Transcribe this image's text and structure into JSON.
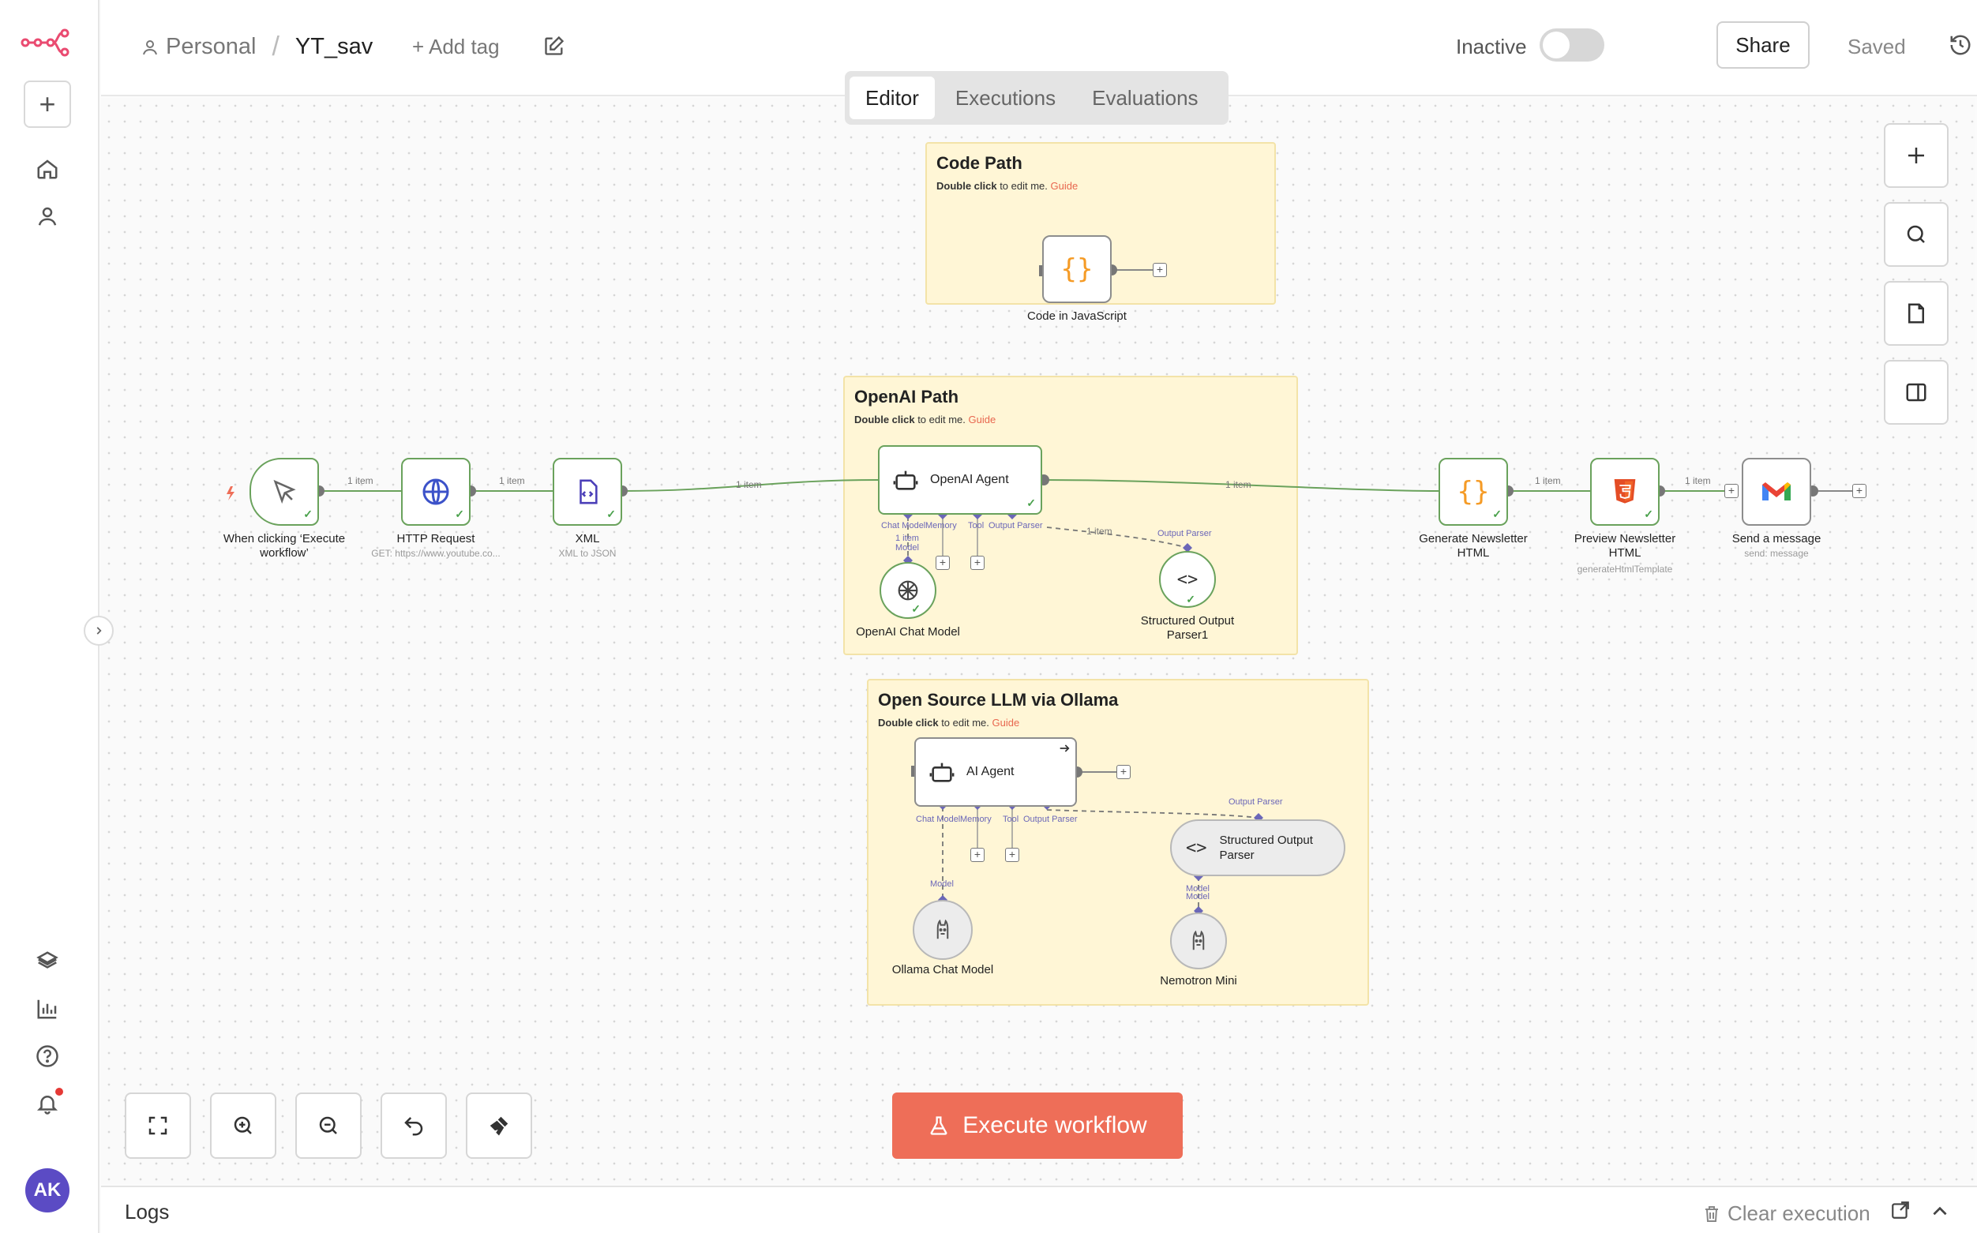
{
  "sidebar": {
    "logo_icon": "n8n-logo-icon",
    "add_icon": "plus-icon",
    "nav_icons": [
      "home-icon",
      "user-icon"
    ],
    "bottom_icons": [
      "templates-icon",
      "insights-icon",
      "help-icon",
      "bell-icon"
    ],
    "avatar_initials": "AK",
    "collapse_icon": "chevron-right-icon"
  },
  "header": {
    "project": "Personal",
    "workflow_name": "YT_sav",
    "add_tag": "+ Add tag",
    "status_label": "Inactive",
    "active": false,
    "share": "Share",
    "saved": "Saved"
  },
  "tabs": [
    {
      "label": "Editor",
      "active": true
    },
    {
      "label": "Executions",
      "active": false
    },
    {
      "label": "Evaluations",
      "active": false
    }
  ],
  "stickies": {
    "code_path": {
      "title": "Code Path",
      "hint_bold": "Double click",
      "hint_rest": " to edit me. ",
      "guide": "Guide"
    },
    "openai_path": {
      "title": "OpenAI Path",
      "hint_bold": "Double click",
      "hint_rest": " to edit me. ",
      "guide": "Guide"
    },
    "ollama_path": {
      "title": "Open Source LLM via Ollama",
      "hint_bold": "Double click",
      "hint_rest": " to edit me. ",
      "guide": "Guide"
    }
  },
  "nodes": {
    "trigger": {
      "label_line1": "When clicking ‘Execute",
      "label_line2": "workflow’"
    },
    "http": {
      "label": "HTTP Request",
      "sub": "GET: https://www.youtube.co..."
    },
    "xml": {
      "label": "XML",
      "sub": "XML to JSON"
    },
    "code_js": {
      "label": "Code in JavaScript"
    },
    "openai_agent": {
      "label": "OpenAI Agent"
    },
    "openai_chat_model": {
      "label": "OpenAI Chat Model"
    },
    "structured_parser1": {
      "label_line1": "Structured Output",
      "label_line2": "Parser1"
    },
    "generate_html": {
      "label_line1": "Generate Newsletter",
      "label_line2": "HTML"
    },
    "preview_html": {
      "label_line1": "Preview Newsletter",
      "label_line2": "HTML",
      "sub": "generateHtmlTemplate"
    },
    "send_message": {
      "label": "Send a message",
      "sub": "send: message"
    },
    "ai_agent": {
      "label": "AI Agent"
    },
    "structured_parser": {
      "label_line1": "Structured Output",
      "label_line2": "Parser"
    },
    "ollama_chat_model": {
      "label": "Ollama Chat Model"
    },
    "nemotron": {
      "label": "Nemotron Mini"
    }
  },
  "connections": {
    "item_label": "1 item",
    "ports": {
      "chat_model": "Chat Model",
      "memory": "Memory",
      "tool": "Tool",
      "output_parser": "Output Parser",
      "model": "Model"
    },
    "openai_model_count": "1 item"
  },
  "right_toolbar": [
    "plus-icon",
    "search-icon",
    "sticky-note-icon",
    "panel-icon"
  ],
  "bottom_controls": [
    "fit-view-icon",
    "zoom-in-icon",
    "zoom-out-icon",
    "undo-icon",
    "clean-up-icon"
  ],
  "execute_button": "Execute workflow",
  "logs": {
    "title": "Logs",
    "clear": "Clear execution"
  },
  "colors": {
    "accent": "#ee6e58",
    "success": "#6aa25c",
    "sticky": "#fff6d6",
    "port": "#6b67b8"
  }
}
